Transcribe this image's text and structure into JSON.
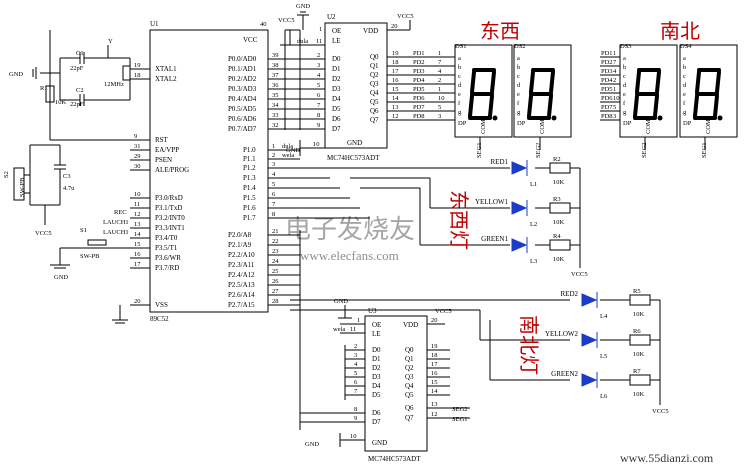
{
  "mcu": {
    "ref": "U1",
    "part": "89C52",
    "vcc": "VCC",
    "vss": "VSS",
    "left_pins": [
      {
        "num": "19",
        "name": "XTAL1"
      },
      {
        "num": "18",
        "name": "XTAL2"
      },
      {
        "num": "9",
        "name": "RST"
      },
      {
        "num": "31",
        "name": "EA/VPP"
      },
      {
        "num": "29",
        "name": "PSEN"
      },
      {
        "num": "30",
        "name": "ALE/PROG"
      },
      {
        "num": "10",
        "name": "P3.0/RxD"
      },
      {
        "num": "11",
        "name": "P3.1/TxD"
      },
      {
        "num": "12",
        "name": "P3.2/INT0"
      },
      {
        "num": "13",
        "name": "P3.3/INT1"
      },
      {
        "num": "14",
        "name": "P3.4/T0"
      },
      {
        "num": "15",
        "name": "P3.5/T1"
      },
      {
        "num": "16",
        "name": "P3.6/WR"
      },
      {
        "num": "17",
        "name": "P3.7/RD"
      },
      {
        "num": "20",
        "name": "VSS"
      }
    ],
    "right_pins_p0": [
      {
        "num": "39",
        "name": "P0.0/AD0"
      },
      {
        "num": "38",
        "name": "P0.1/AD1"
      },
      {
        "num": "37",
        "name": "P0.2/AD2"
      },
      {
        "num": "36",
        "name": "P0.3/AD3"
      },
      {
        "num": "35",
        "name": "P0.4/AD4"
      },
      {
        "num": "34",
        "name": "P0.5/AD5"
      },
      {
        "num": "33",
        "name": "P0.6/AD6"
      },
      {
        "num": "32",
        "name": "P0.7/AD7"
      }
    ],
    "right_pins_p1": [
      {
        "num": "1",
        "name": "P1.0"
      },
      {
        "num": "2",
        "name": "P1.1"
      },
      {
        "num": "3",
        "name": "P1.2"
      },
      {
        "num": "4",
        "name": "P1.3"
      },
      {
        "num": "5",
        "name": "P1.4"
      },
      {
        "num": "6",
        "name": "P1.5"
      },
      {
        "num": "7",
        "name": "P1.6"
      },
      {
        "num": "8",
        "name": "P1.7"
      }
    ],
    "right_pins_p2": [
      {
        "num": "21",
        "name": "P2.0/A8"
      },
      {
        "num": "22",
        "name": "P2.1/A9"
      },
      {
        "num": "23",
        "name": "P2.2/A10"
      },
      {
        "num": "24",
        "name": "P2.3/A11"
      },
      {
        "num": "25",
        "name": "P2.4/A12"
      },
      {
        "num": "26",
        "name": "P2.5/A13"
      },
      {
        "num": "27",
        "name": "P2.6/A14"
      },
      {
        "num": "28",
        "name": "P2.7/A15"
      }
    ],
    "vcc_pin": "40"
  },
  "latch_u2": {
    "ref": "U2",
    "part": "MC74HC573ADT",
    "oe": "OE",
    "le": "LE",
    "vdd": "VDD",
    "gnd": "GND",
    "oe_pin": "1",
    "le_pin": "11",
    "vdd_pin": "20",
    "gnd_pin": "10",
    "d_labels": [
      "D0",
      "D1",
      "D2",
      "D3",
      "D4",
      "D5",
      "D6",
      "D7"
    ],
    "d_pins": [
      "2",
      "3",
      "4",
      "5",
      "6",
      "7",
      "8",
      "9"
    ],
    "q_labels": [
      "Q0",
      "Q1",
      "Q2",
      "Q3",
      "Q4",
      "Q5",
      "Q6",
      "Q7"
    ],
    "q_pins": [
      "19",
      "18",
      "17",
      "16",
      "15",
      "14",
      "13",
      "12"
    ],
    "net_labels": [
      "PD1",
      "PD2",
      "PD3",
      "PD4",
      "PD5",
      "PD6",
      "PD7",
      "PD8"
    ],
    "net_pins": [
      "1",
      "7",
      "4",
      "2",
      "1",
      "10",
      "5",
      "3"
    ],
    "dula": "dula",
    "wela": "wela"
  },
  "latch_u3": {
    "ref": "U3",
    "part": "MC74HC573ADT",
    "oe": "OE",
    "le": "LE",
    "vdd": "VDD",
    "gnd": "GND",
    "le_pin": "11",
    "oe_pin": "1",
    "vdd_pin": "20",
    "gnd_pin": "10",
    "wela": "wela",
    "d_labels": [
      "D0",
      "D1",
      "D2",
      "D3",
      "D4",
      "D5",
      "D6",
      "D7"
    ],
    "d_pins": [
      "2",
      "3",
      "4",
      "5",
      "6",
      "7",
      "8",
      "9"
    ],
    "q_labels": [
      "Q0",
      "Q1",
      "Q2",
      "Q3",
      "Q4",
      "Q5",
      "Q6",
      "Q7"
    ],
    "q_pins": [
      "19",
      "18",
      "17",
      "16",
      "15",
      "14",
      "13",
      "12"
    ],
    "seg_labels": [
      "SEG2",
      "SEG1"
    ]
  },
  "displays": {
    "east_west_title": "东西",
    "north_south_title": "南北",
    "refs": [
      "DS1",
      "DS2",
      "DS3",
      "DS4"
    ],
    "seg_letters": [
      "a",
      "b",
      "c",
      "d",
      "e",
      "f",
      "g",
      "DP"
    ],
    "com": "COM",
    "seg_side": [
      "SEG1",
      "SEG2",
      "SEG2",
      "SEG1"
    ],
    "ns_net_labels": [
      "PD1",
      "PD2",
      "PD3",
      "PD4",
      "PD5",
      "PD6",
      "PD7",
      "PD8"
    ],
    "ns_net_pins": [
      "1",
      "7",
      "4",
      "2",
      "1",
      "10",
      "5",
      "3"
    ]
  },
  "east_west_leds": {
    "title": "东西灯",
    "items": [
      {
        "label": "RED1",
        "ref": "L1",
        "r_ref": "R2",
        "value": "10K"
      },
      {
        "label": "YELLOW1",
        "ref": "L2",
        "r_ref": "R3",
        "value": "10K"
      },
      {
        "label": "GREEN1",
        "ref": "L3",
        "r_ref": "R4",
        "value": "10K"
      }
    ]
  },
  "north_south_leds": {
    "title": "南北灯",
    "items": [
      {
        "label": "RED2",
        "ref": "L4",
        "r_ref": "R5",
        "value": "10K"
      },
      {
        "label": "YELLOW2",
        "ref": "L5",
        "r_ref": "R6",
        "value": "10K"
      },
      {
        "label": "GREEN2",
        "ref": "L6",
        "r_ref": "R7",
        "value": "10K"
      }
    ]
  },
  "passives": {
    "c1": "C1",
    "c1_value": "22pF",
    "c2": "C2",
    "c2_value": "22pF",
    "y": "Y",
    "y_value": "12MHz",
    "r1": "R1",
    "r1_value": "10K",
    "c3": "C3",
    "c3_value": "4.7u",
    "s2": "S2",
    "s2_type": "SW-PB",
    "s1": "S1",
    "s1_type": "SW-PB",
    "rec": "REC",
    "launch1": "LAUCH1",
    "launch2": "LAUCH1"
  },
  "power": {
    "gnd": "GND",
    "vcc": "VCC",
    "vcc5": "VCC5"
  },
  "watermark": {
    "cn": "电子发烧友",
    "site_mid": "www.elecfans.com",
    "site_bottom": "www.55dianzi.com"
  }
}
